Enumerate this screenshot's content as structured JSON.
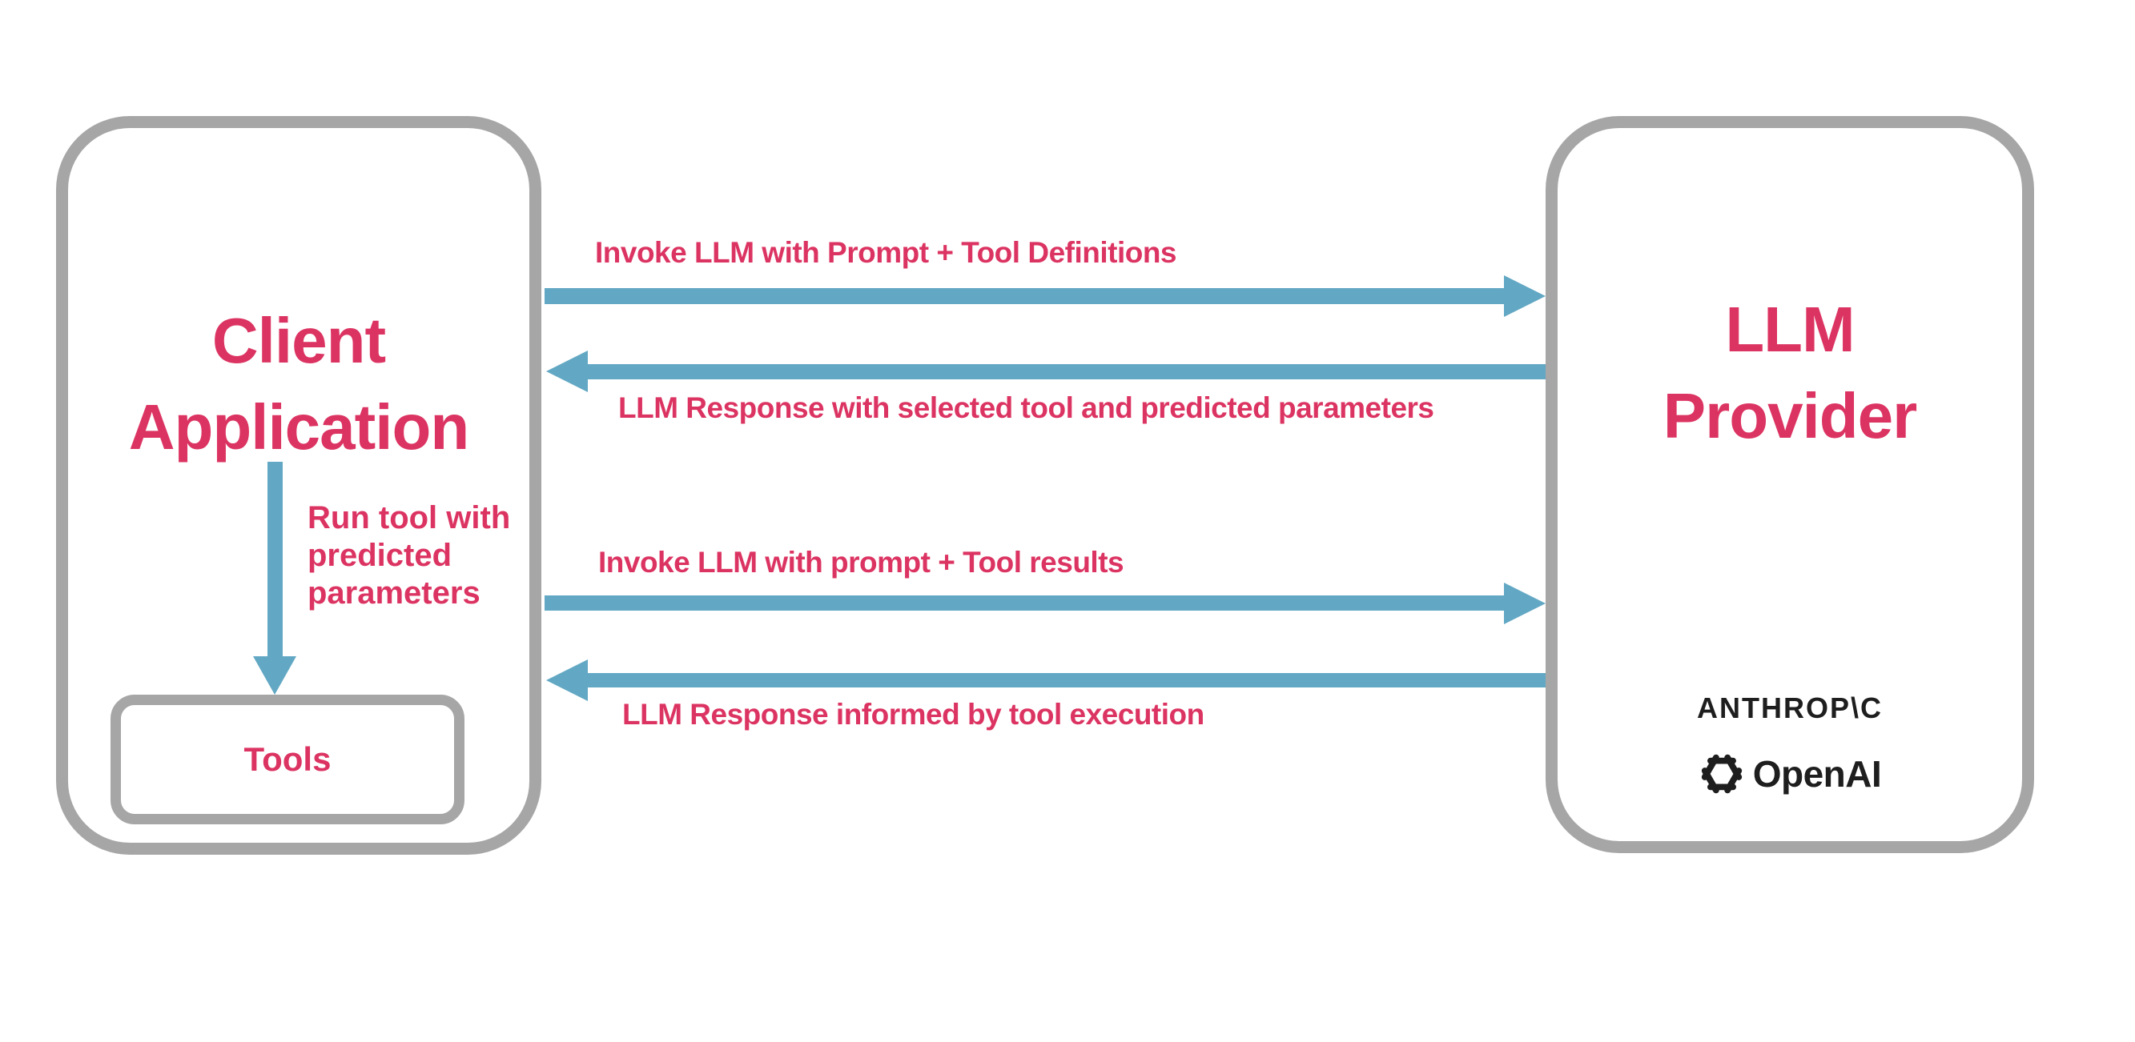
{
  "diagram": {
    "background": "#ffffff",
    "colors": {
      "accent_pink": "#dc3462",
      "arrow_blue": "#62a8c4",
      "border_gray": "#a6a6a6",
      "logo_black": "#1e1e1e"
    },
    "client_box": {
      "title": "Client\nApplication",
      "run_tool_label": "Run tool with\npredicted\nparameters",
      "tools_label": "Tools"
    },
    "llm_box": {
      "title": "LLM\nProvider",
      "anthropic_wordmark": "ANTHROP\\C",
      "openai_wordmark": "OpenAI",
      "openai_icon": "openai-blossom-icon"
    },
    "messages": [
      {
        "label": "Invoke LLM with Prompt + Tool Definitions",
        "direction": "right"
      },
      {
        "label": "LLM Response with selected tool and predicted parameters",
        "direction": "left"
      },
      {
        "label": "Invoke LLM with prompt + Tool results",
        "direction": "right"
      },
      {
        "label": "LLM Response informed by tool execution",
        "direction": "left"
      }
    ],
    "internal_flow": {
      "direction": "down"
    }
  }
}
